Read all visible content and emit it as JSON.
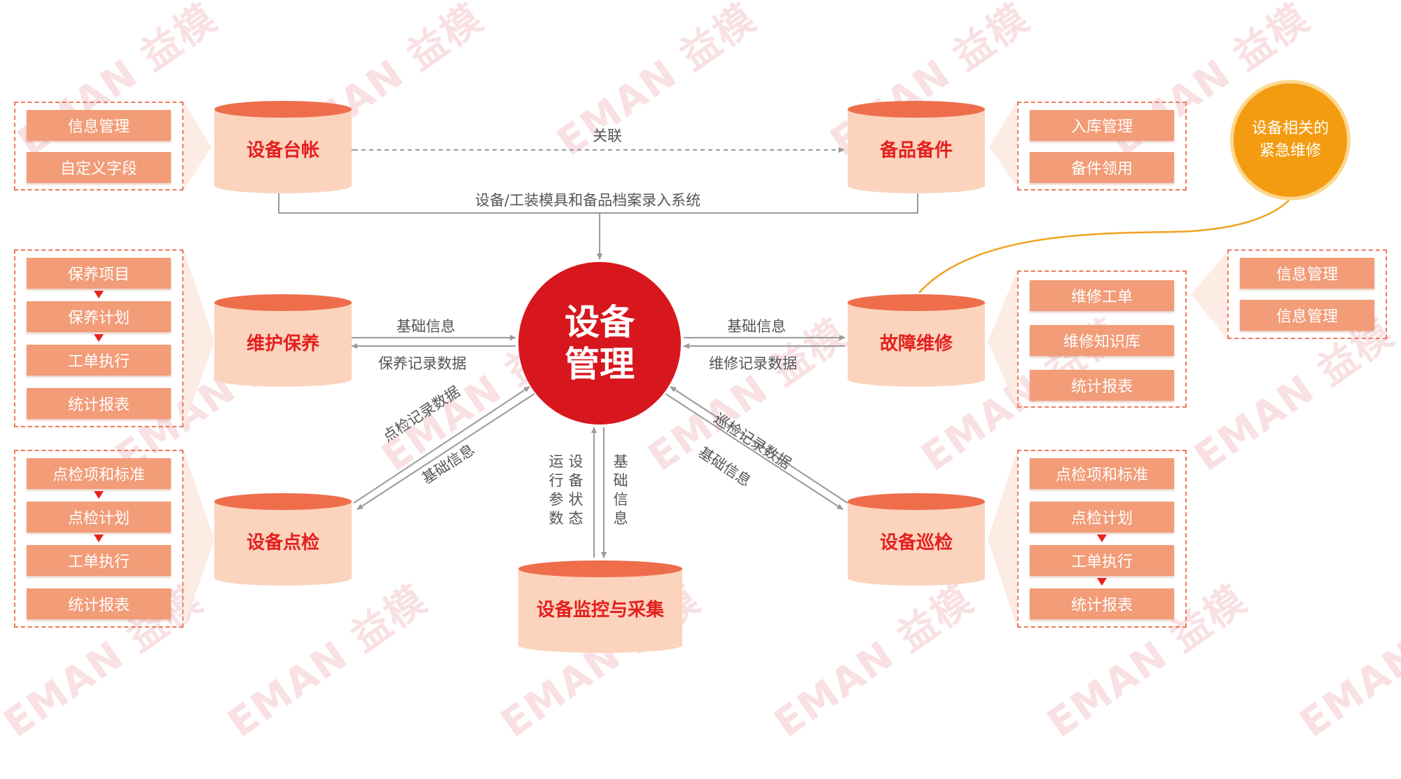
{
  "watermark": "EMAN 益模",
  "center": {
    "line1": "设备",
    "line2": "管理"
  },
  "nodes": {
    "ledger": "设备台帐",
    "spare": "备品备件",
    "maintenance": "维护保养",
    "repair": "故障维修",
    "inspection": "设备点检",
    "patrol": "设备巡检",
    "monitor": "设备监控与采集"
  },
  "panels": {
    "ledger": [
      "信息管理",
      "自定义字段"
    ],
    "spare": [
      "入库管理",
      "备件领用"
    ],
    "maintenance": [
      "保养项目",
      "保养计划",
      "工单执行",
      "统计报表"
    ],
    "repair": [
      "维修工单",
      "维修知识库",
      "统计报表"
    ],
    "emergency": [
      "信息管理",
      "信息管理"
    ],
    "inspection": [
      "点检项和标准",
      "点检计划",
      "工单执行",
      "统计报表"
    ],
    "patrol": [
      "点检项和标准",
      "点检计划",
      "工单执行",
      "统计报表"
    ]
  },
  "emergency": {
    "line1": "设备相关的",
    "line2": "紧急维修"
  },
  "edges": {
    "association": "关联",
    "archive": "设备/工装模具和备品档案录入系统",
    "maint_basic": "基础信息",
    "maint_record": "保养记录数据",
    "repair_basic": "基础信息",
    "repair_record": "维修记录数据",
    "insp_record": "点检记录数据",
    "insp_basic": "基础信息",
    "patrol_record": "巡检记录数据",
    "patrol_basic": "基础信息",
    "monitor_params": [
      "运",
      "行",
      "参",
      "数"
    ],
    "monitor_state": [
      "设",
      "备",
      "状",
      "态"
    ],
    "monitor_basic": [
      "基",
      "础",
      "信",
      "息"
    ]
  }
}
